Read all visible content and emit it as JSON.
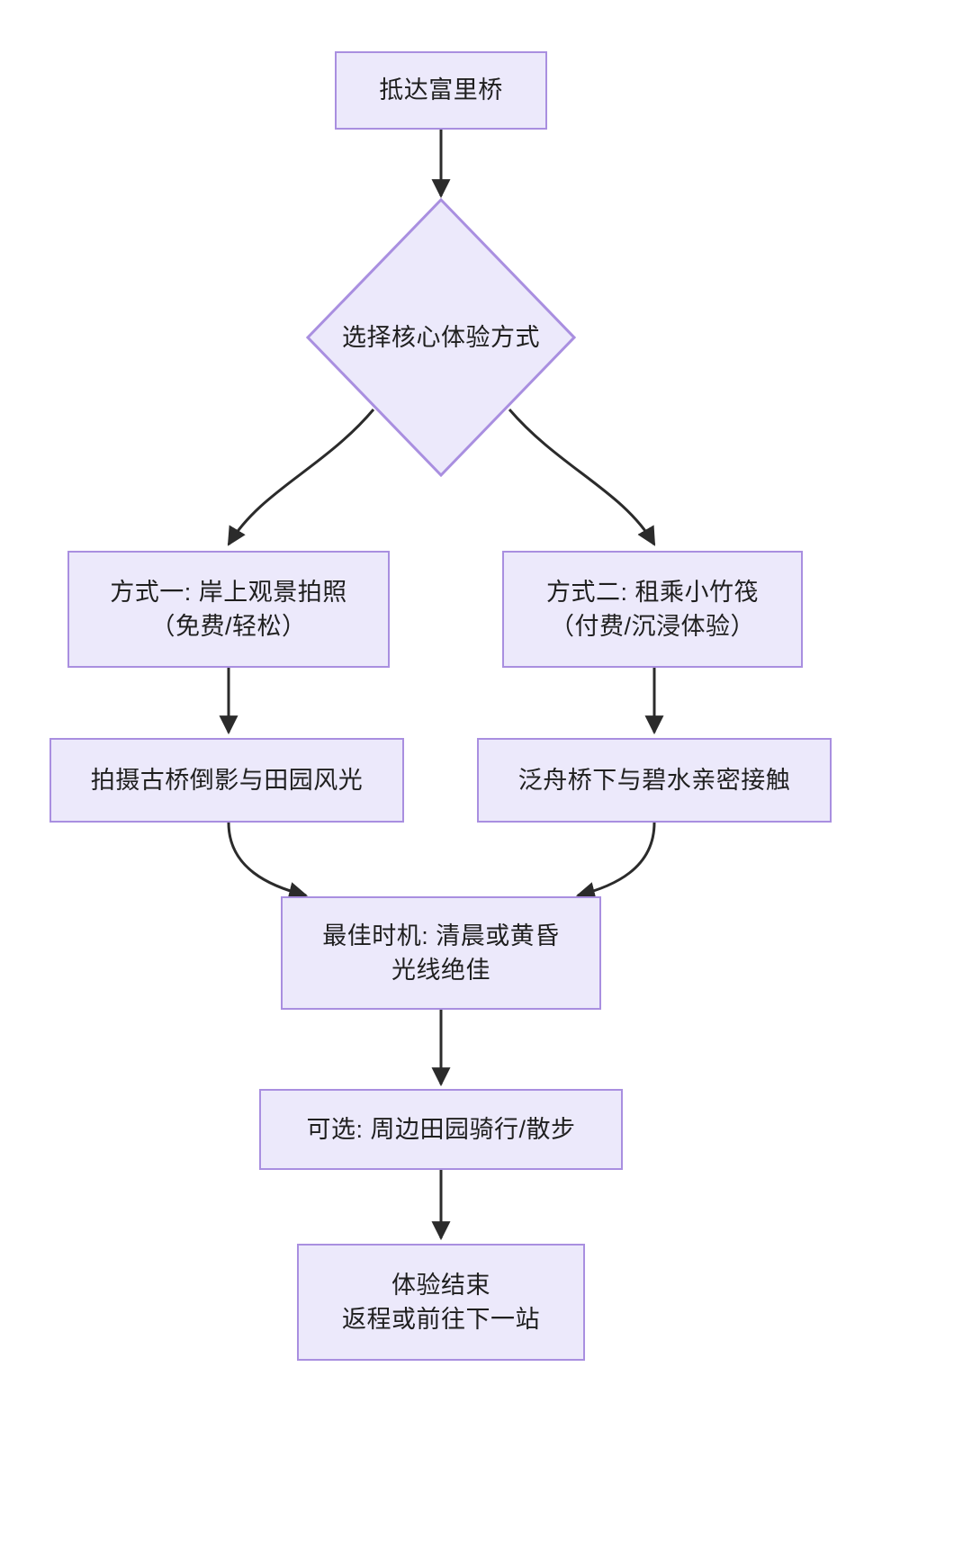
{
  "diagram": {
    "type": "flowchart",
    "direction": "top-down",
    "theme": {
      "node_fill": "#ece9fb",
      "node_border": "#a98fe0",
      "text_color": "#1f1f1f",
      "edge_color": "#2b2b2b",
      "background": "#ffffff"
    },
    "nodes": [
      {
        "id": "start",
        "shape": "rect",
        "label": "抵达富里桥"
      },
      {
        "id": "decision",
        "shape": "diamond",
        "label": "选择核心体验方式"
      },
      {
        "id": "option-a",
        "shape": "rect",
        "label": "方式一: 岸上观景拍照\n（免费/轻松）"
      },
      {
        "id": "option-b",
        "shape": "rect",
        "label": "方式二: 租乘小竹筏\n（付费/沉浸体验）"
      },
      {
        "id": "action-a",
        "shape": "rect",
        "label": "拍摄古桥倒影与田园风光"
      },
      {
        "id": "action-b",
        "shape": "rect",
        "label": "泛舟桥下与碧水亲密接触"
      },
      {
        "id": "best-time",
        "shape": "rect",
        "label": "最佳时机: 清晨或黄昏\n光线绝佳"
      },
      {
        "id": "optional",
        "shape": "rect",
        "label": "可选: 周边田园骑行/散步"
      },
      {
        "id": "end",
        "shape": "rect",
        "label": "体验结束\n返程或前往下一站"
      }
    ],
    "edges": [
      {
        "from": "start",
        "to": "decision"
      },
      {
        "from": "decision",
        "to": "option-a"
      },
      {
        "from": "decision",
        "to": "option-b"
      },
      {
        "from": "option-a",
        "to": "action-a"
      },
      {
        "from": "option-b",
        "to": "action-b"
      },
      {
        "from": "action-a",
        "to": "best-time"
      },
      {
        "from": "action-b",
        "to": "best-time"
      },
      {
        "from": "best-time",
        "to": "optional"
      },
      {
        "from": "optional",
        "to": "end"
      }
    ]
  }
}
